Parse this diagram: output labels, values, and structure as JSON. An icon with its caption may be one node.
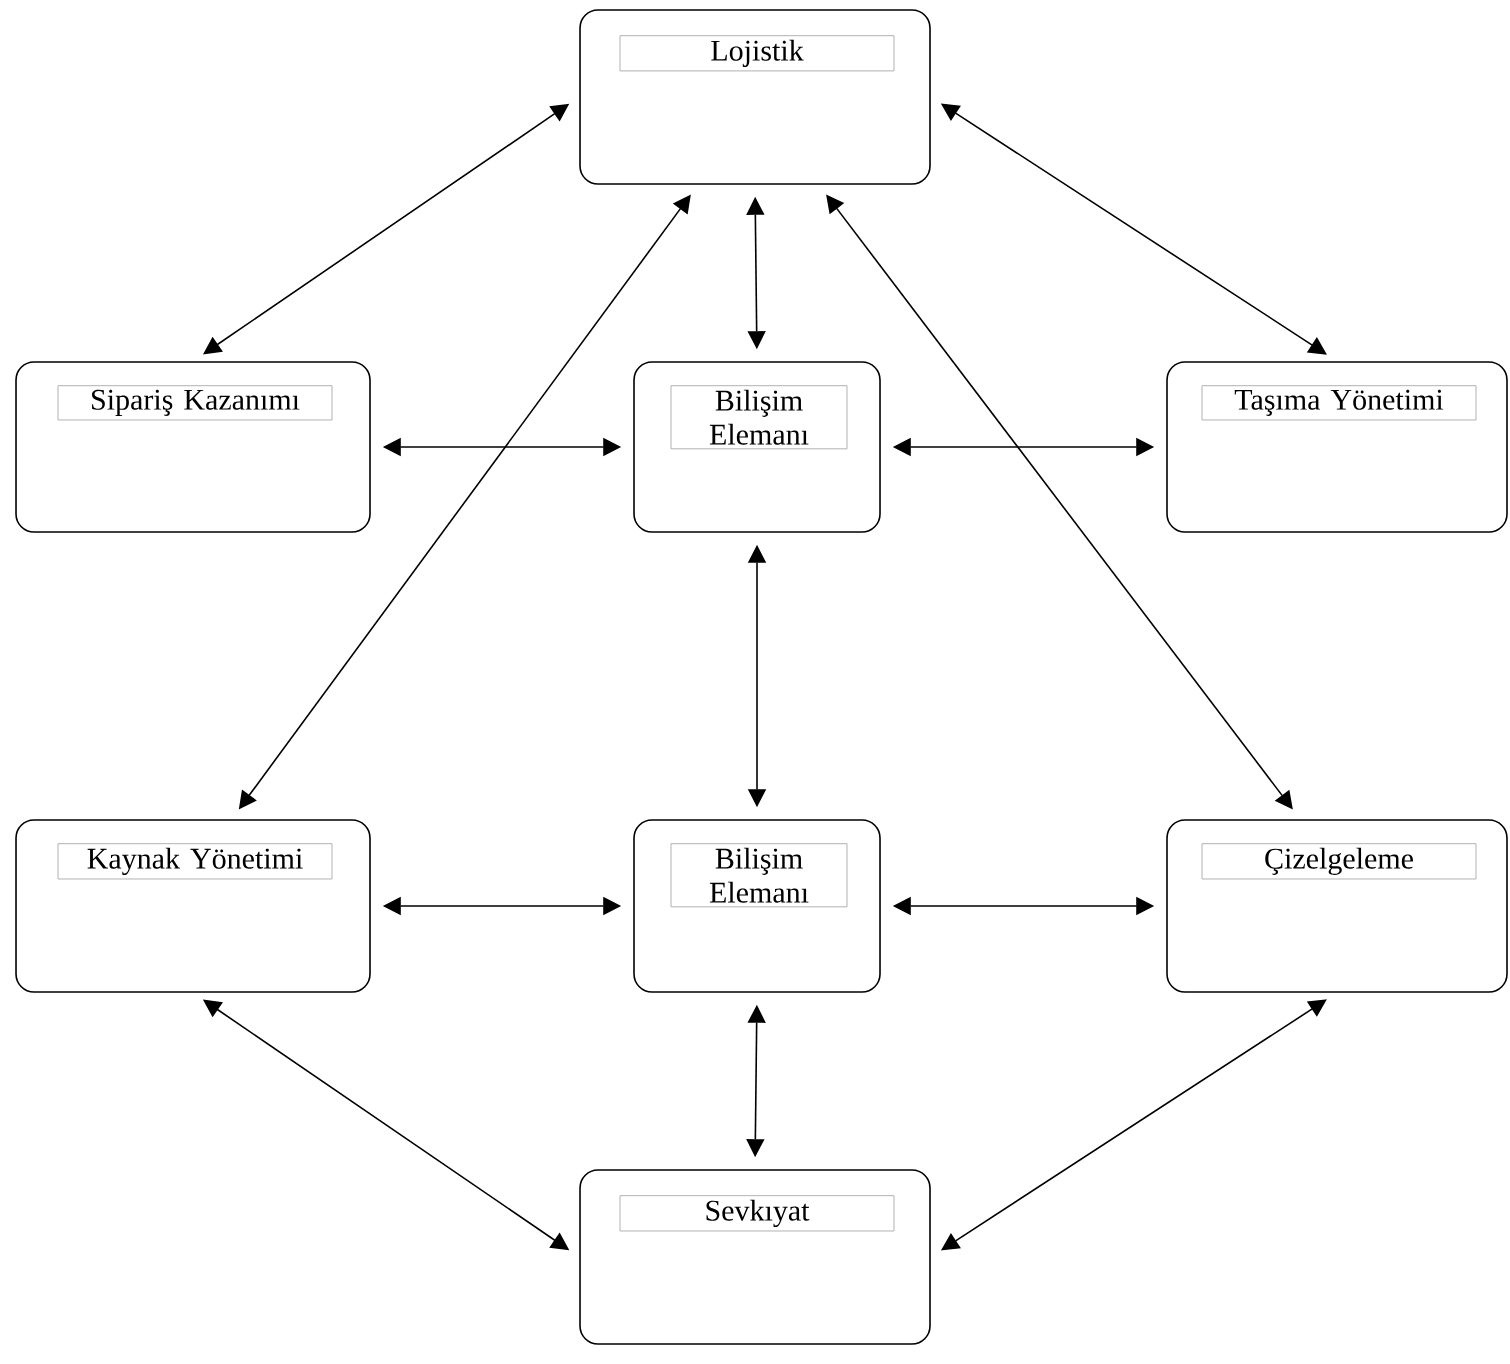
{
  "diagram": {
    "nodes": [
      {
        "text": [
          "Lojistik"
        ]
      },
      {
        "text": [
          "Sipariş Kazanımı"
        ]
      },
      {
        "text": [
          "Bilişim Elemanı"
        ]
      },
      {
        "text": [
          "Taşıma Yönetimi"
        ]
      },
      {
        "text": [
          "Kaynak Yönetimi"
        ]
      },
      {
        "text": [
          "Bilişim Elemanı"
        ]
      },
      {
        "text": [
          "Çizelgeleme"
        ]
      },
      {
        "text": [
          "Sevkıyat"
        ]
      }
    ],
    "edges": [
      {
        "from": 0,
        "to": 1,
        "arrow": "both"
      },
      {
        "from": 0,
        "to": 2,
        "arrow": "both"
      },
      {
        "from": 0,
        "to": 3,
        "arrow": "both"
      },
      {
        "from": 0,
        "to": 4,
        "arrow": "both"
      },
      {
        "from": 0,
        "to": 6,
        "arrow": "both"
      },
      {
        "from": 1,
        "to": 2,
        "arrow": "both"
      },
      {
        "from": 2,
        "to": 3,
        "arrow": "both"
      },
      {
        "from": 2,
        "to": 5,
        "arrow": "both"
      },
      {
        "from": 4,
        "to": 5,
        "arrow": "both"
      },
      {
        "from": 5,
        "to": 6,
        "arrow": "both"
      },
      {
        "from": 5,
        "to": 7,
        "arrow": "both"
      },
      {
        "from": 4,
        "to": 7,
        "arrow": "both"
      },
      {
        "from": 6,
        "to": 7,
        "arrow": "both"
      }
    ]
  }
}
